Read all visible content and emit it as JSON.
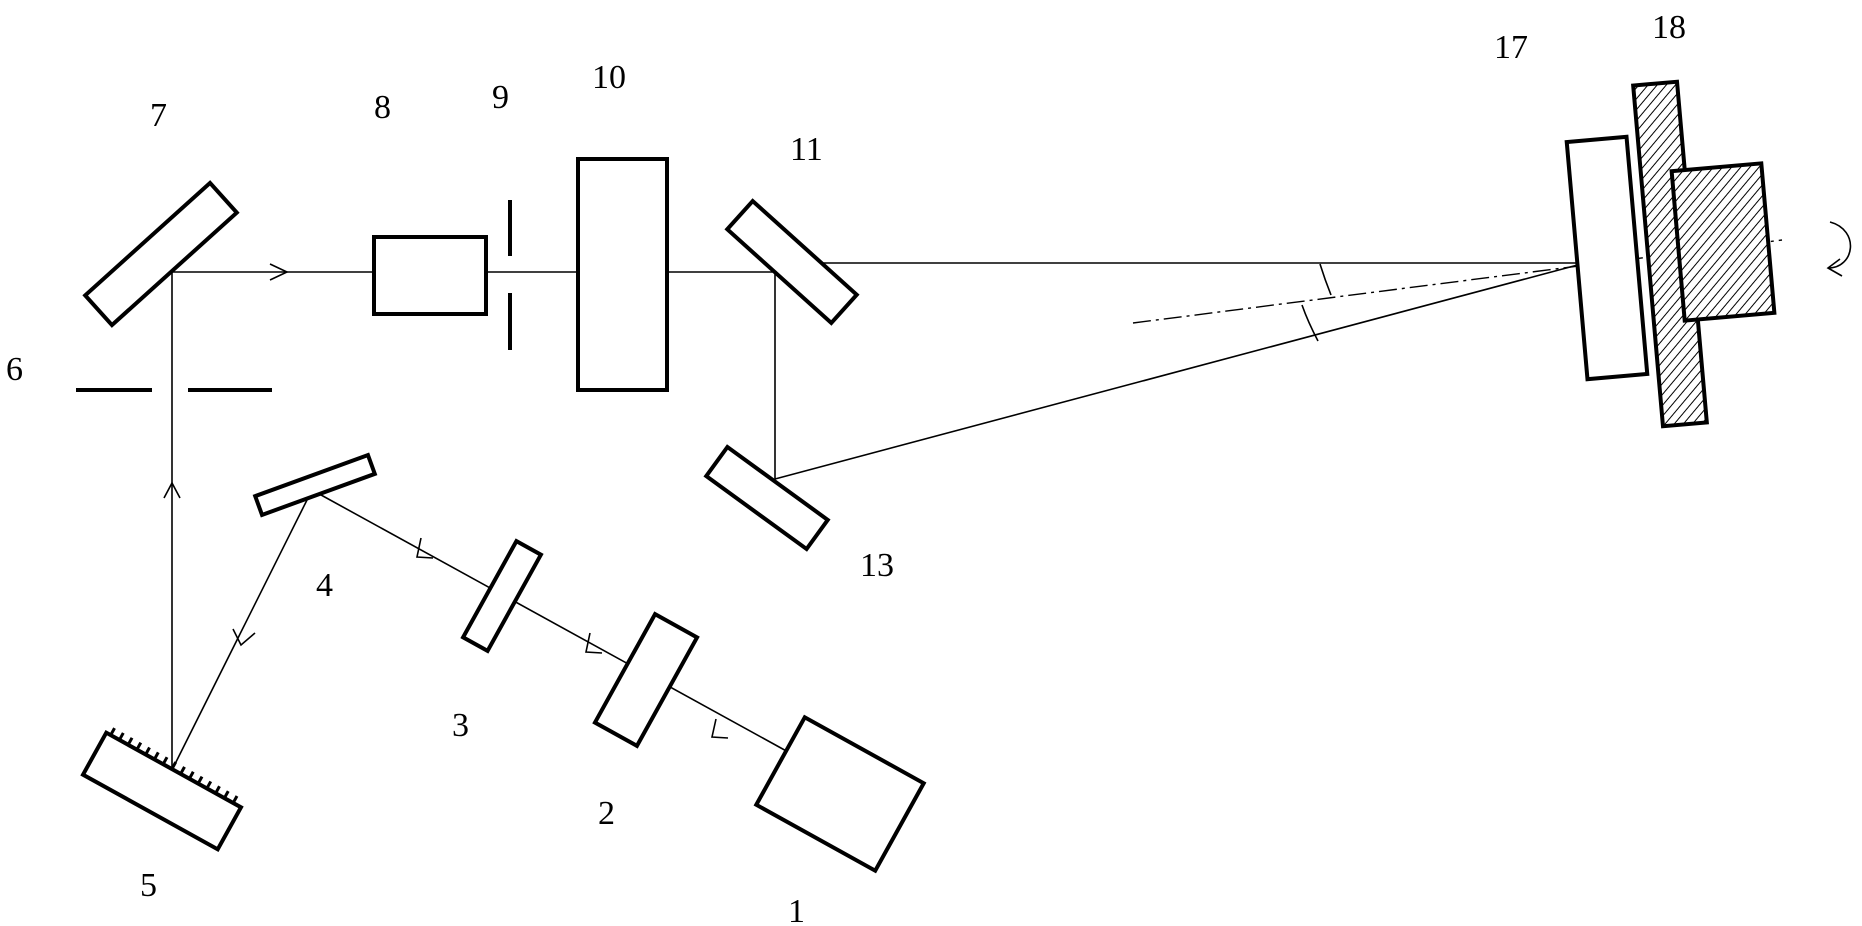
{
  "labels": {
    "l1": "1",
    "l2": "2",
    "l3": "3",
    "l4": "4",
    "l5": "5",
    "l6": "6",
    "l7": "7",
    "l8": "8",
    "l9": "9",
    "l10": "10",
    "l11": "11",
    "l13": "13",
    "l17": "17",
    "l18": "18"
  }
}
